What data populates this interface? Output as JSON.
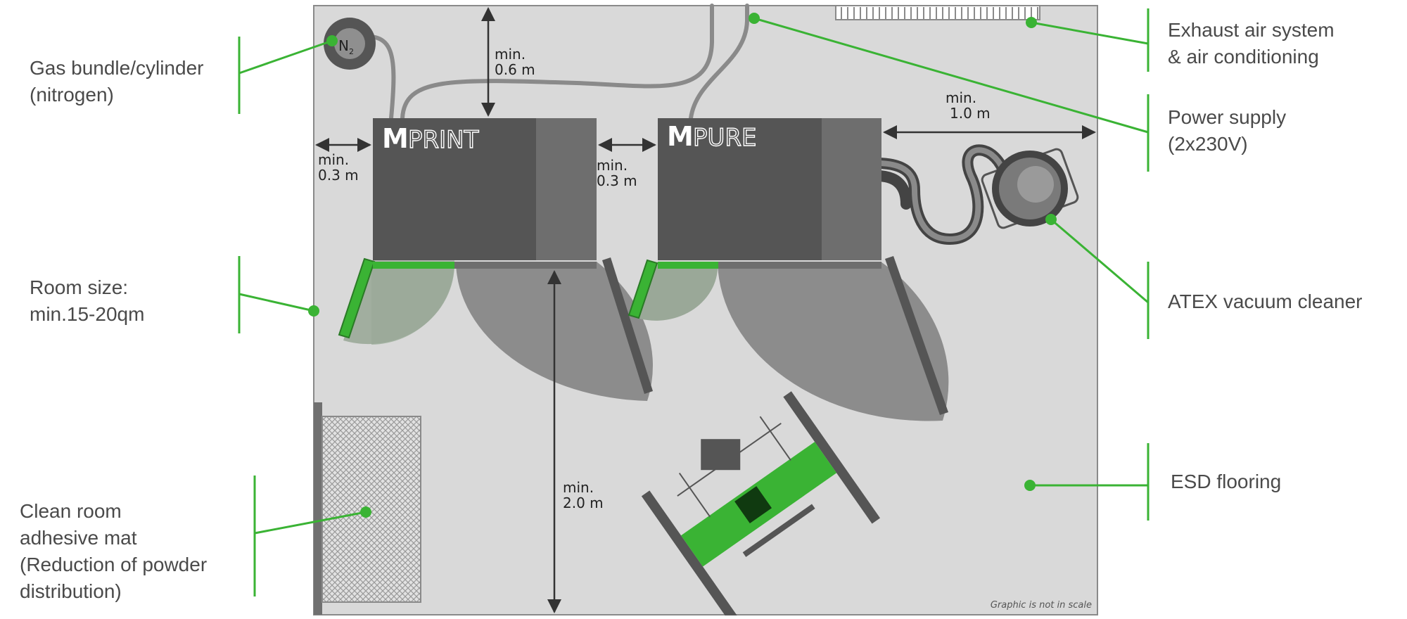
{
  "labels": {
    "gas": [
      "Gas bundle/cylinder",
      "(nitrogen)"
    ],
    "room": [
      "Room size:",
      "min.15-20qm"
    ],
    "mat": [
      "Clean room",
      "adhesive mat",
      "(Reduction of powder",
      "distribution)"
    ],
    "exhaust": [
      "Exhaust air system",
      "& air conditioning"
    ],
    "power": [
      "Power supply",
      "(2x230V)"
    ],
    "atex": [
      "ATEX vacuum cleaner"
    ],
    "esd": [
      "ESD flooring"
    ]
  },
  "dimensions": {
    "top": [
      "min.",
      "0.6 m"
    ],
    "left": [
      "min.",
      "0.3 m"
    ],
    "middle": [
      "min.",
      "0.3 m"
    ],
    "right": [
      "min.",
      "1.0 m"
    ],
    "front": [
      "min.",
      "2.0 m"
    ]
  },
  "machines": {
    "print": {
      "bold": "M",
      "rest": "PRINT"
    },
    "pure": {
      "bold": "M",
      "rest": "PURE"
    }
  },
  "cylinder_label": {
    "main": "N",
    "sub": "2"
  },
  "note": "Graphic is not in scale",
  "colors": {
    "floor": "#d9d9d9",
    "machine": "#555555",
    "machine_side": "#6e6e6e",
    "accent_green": "#3ab334",
    "dim_line": "#333333",
    "label_text": "#4a4a4a"
  }
}
